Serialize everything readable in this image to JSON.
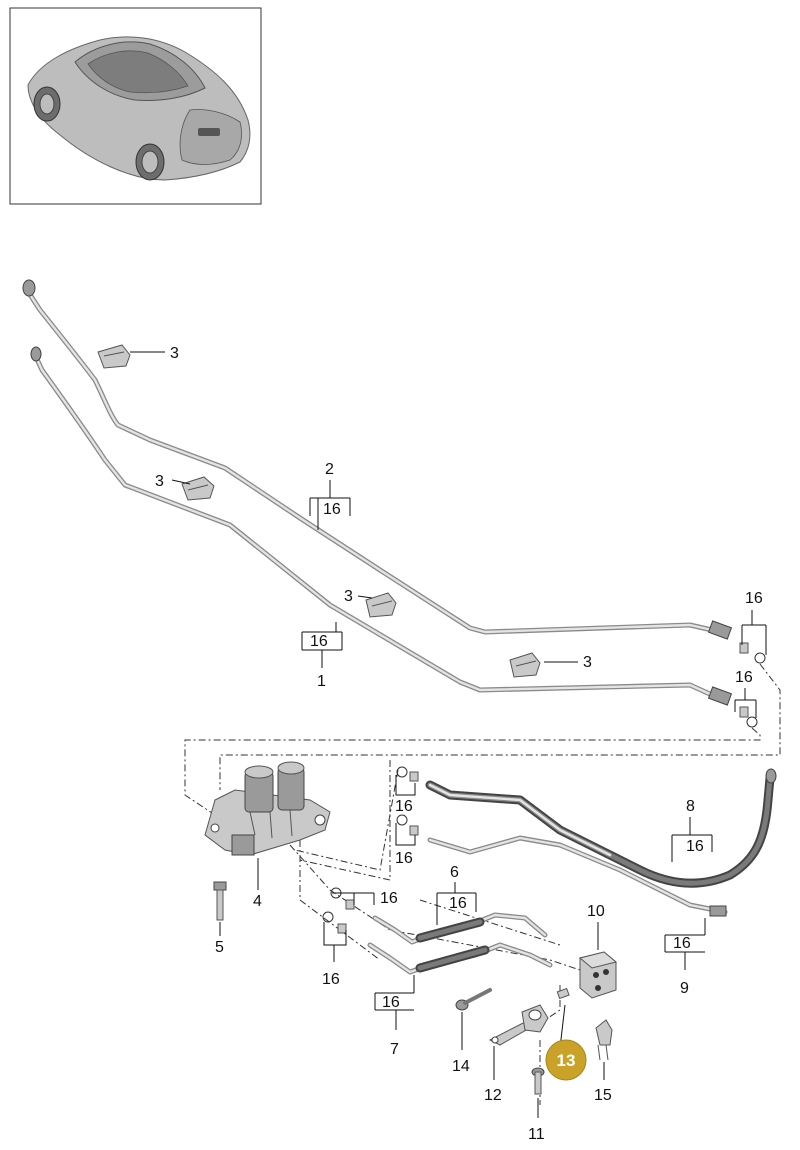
{
  "labels": {
    "p1": "1",
    "p2": "2",
    "p3": "3",
    "p4": "4",
    "p5": "5",
    "p6": "6",
    "p7": "7",
    "p8": "8",
    "p9": "9",
    "p10": "10",
    "p11": "11",
    "p12": "12",
    "p13": "13",
    "p14": "14",
    "p15": "15",
    "p16": "16"
  },
  "colors": {
    "highlight": "#c9a227",
    "line": "#111111",
    "part": "#c9c9c9"
  }
}
